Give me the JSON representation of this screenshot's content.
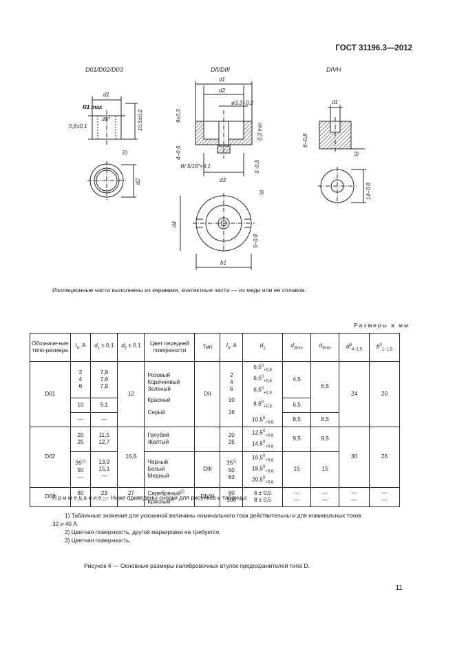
{
  "header": "ГОСТ 31196.3—2012",
  "drawing_labels": {
    "left_title": "D01/D02/D03",
    "mid_title": "DII/DIII",
    "right_title": "DIVH",
    "d1": "d1",
    "d2": "d2",
    "d3": "d3",
    "d4": "d4",
    "b1": "b1",
    "r1max": "R1 max",
    "dim_06": "0,6±0,1",
    "dim_45": "45°",
    "dim_105": "10,5±0,2",
    "mark_2": "2)",
    "mark_3": "3)",
    "dim_9": "9±0,5",
    "dim_33": "ø3,3−0,2",
    "dim_03": "0,3 min",
    "dim_45b": "4−0,5",
    "dim_w516": "W 5/16″×6,1",
    "dim_3b": "3−0,5",
    "dim_5": "5−0,8",
    "dim_6": "6−0,8",
    "dim_14": "14−0,8"
  },
  "caption1": "Изоляционные части выполнены из керамики, контактные части — из меди или ее сплавов.",
  "units": "Размеры в мм",
  "table": {
    "headers": [
      "Обозначе-ние типо-размера",
      "In, A",
      "d1 ± 0,1",
      "d2 ± 0,1",
      "Цвет передней поверхности",
      "Тип",
      "In, A",
      "d1",
      "d2min",
      "d3min",
      "d4",
      "b1"
    ],
    "rows": {
      "D01": {
        "name": "D01",
        "in": [
          "2",
          "4",
          "6",
          "10",
          "—"
        ],
        "d1": [
          "7,9",
          "7,9",
          "7,9",
          "9,1",
          "—"
        ],
        "d2": "12",
        "color": [
          "Розовый",
          "Коричневый",
          "Зеленый",
          "Красный",
          "Серый"
        ],
        "type": "DII",
        "in2": [
          "2",
          "4",
          "6",
          "10",
          "16"
        ],
        "d1b": [
          "6,5",
          "6,5",
          "6,5",
          "8,5",
          "10,5"
        ],
        "d2min": [
          "4,5",
          "6,5",
          "8,5"
        ],
        "d3min": [
          "6,5",
          "—",
          "8,5"
        ],
        "d4": "24",
        "b1": "20"
      },
      "D02": {
        "name": "D02",
        "in": [
          "20",
          "25",
          "35",
          "50",
          "—"
        ],
        "d1": [
          "11,5",
          "12,7",
          "13,9",
          "15,1",
          "—"
        ],
        "d2": "16,6",
        "color": [
          "Голубой",
          "Желтый",
          "Черный",
          "Белый",
          "Медный"
        ],
        "type": "DIII",
        "in2": [
          "20",
          "25",
          "35",
          "50",
          "63"
        ],
        "d1b": [
          "12,5",
          "14,5",
          "16,5",
          "18,5",
          "20,5"
        ],
        "d2min": [
          "9,5",
          "15"
        ],
        "d3min": [
          "9,5",
          "15"
        ],
        "d4": "30",
        "b1": "26"
      },
      "D03": {
        "name": "D03",
        "in": [
          "80",
          "—"
        ],
        "d1": [
          "23",
          "—"
        ],
        "d2": "27",
        "color": [
          "Серебряный",
          "Красный"
        ],
        "type": "DIVH",
        "in2": [
          "80",
          "100"
        ],
        "d1b": [
          "6 ± 0,5",
          "8 ± 0,5"
        ],
        "dash": "—"
      }
    },
    "tol": "+0,8",
    "sup1": "1)",
    "sup2": "2)",
    "sup3": "3)"
  },
  "note": "П р и м е ч а н и е — Ниже приведены сноски для рисунков и таблицы:",
  "footnotes": {
    "f1": "1) Табличные значения для указанной величины номинального тока действительны и для номинальных токов",
    "f1b": "32 и 40 А.",
    "f2": "2) Цветная поверхность, другой маркировки не требуется.",
    "f3": "3) Цветная поверхность."
  },
  "caption2": "Рисунок 4 — Основные размеры калибровочных втулок предохранителей типа D.",
  "page_number": "11"
}
